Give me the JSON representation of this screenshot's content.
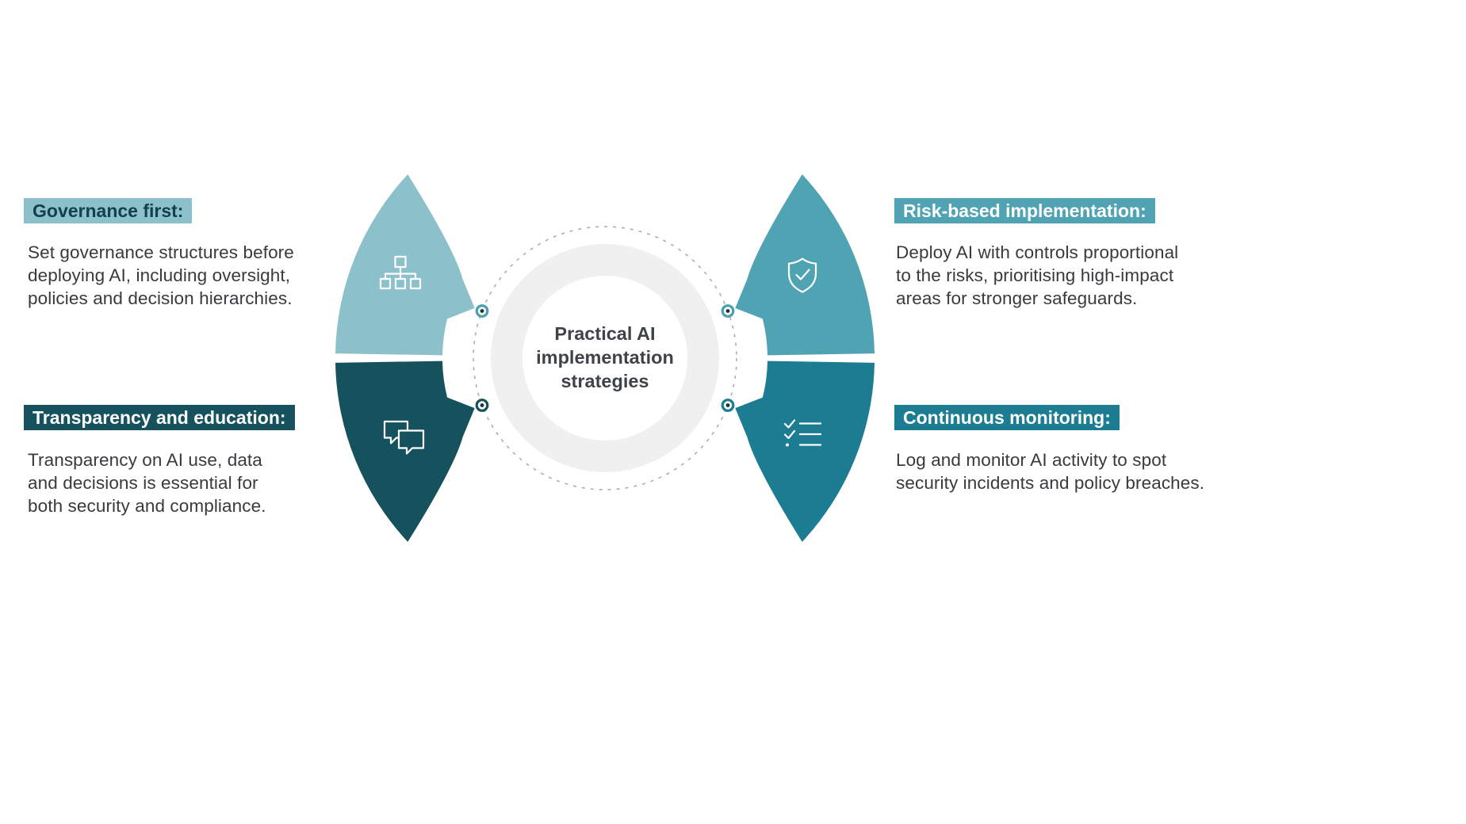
{
  "background_color": "#FFFFFF",
  "center": {
    "title": "Practical AI\nimplementation\nstrategies",
    "text_color": "#3E4347",
    "ring_color": "#F0F0F1",
    "inner_color": "#FFFFFF",
    "dashed_border_color": "#A9AEB2"
  },
  "icon_color": "#FFFFFF",
  "dot_center_color": "#16323B",
  "body_text_color": "#3A3A3E",
  "sections": [
    {
      "id": "governance",
      "position": "top-left",
      "label": "Governance first:",
      "body": "Set governance structures before\ndeploying AI, including oversight,\npolicies and decision hierarchies.",
      "color": "#8CC1CB",
      "label_text_color": "#13404B",
      "dot_color": "#4C9FAE",
      "icon": "org-chart-icon"
    },
    {
      "id": "risk-based",
      "position": "top-right",
      "label": "Risk-based implementation:",
      "body": "Deploy AI with controls proportional\nto the risks, prioritising high-impact\nareas for stronger safeguards.",
      "color": "#4FA3B2",
      "label_text_color": "#FFFFFF",
      "dot_color": "#4C9FAE",
      "icon": "shield-check-icon"
    },
    {
      "id": "transparency",
      "position": "bottom-left",
      "label": "Transparency and education:",
      "body": "Transparency on AI use, data\nand decisions is essential for\nboth security and compliance.",
      "color": "#16525E",
      "label_text_color": "#FFFFFF",
      "dot_color": "#16525E",
      "icon": "speech-bubbles-icon"
    },
    {
      "id": "monitoring",
      "position": "bottom-right",
      "label": "Continuous monitoring:",
      "body": "Log and monitor AI activity to spot\nsecurity incidents and policy breaches.",
      "color": "#1C7D92",
      "label_text_color": "#FFFFFF",
      "dot_color": "#1C7D92",
      "icon": "checklist-icon"
    }
  ]
}
